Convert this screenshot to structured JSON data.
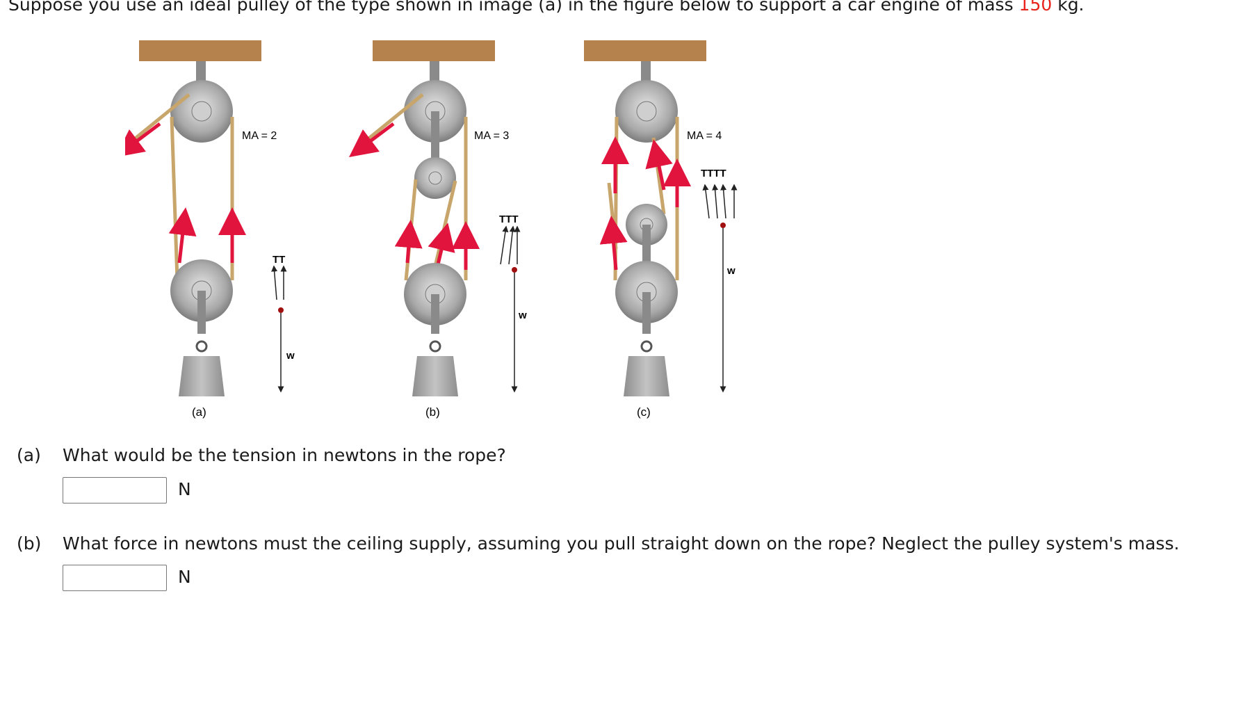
{
  "problem": {
    "intro_before": "Suppose you use an ideal pulley of the type shown in image (a) in the figure below to support a car engine of mass ",
    "mass_value": "150",
    "intro_after": " kg."
  },
  "figure": {
    "panels": [
      {
        "caption": "(a)",
        "ma": "MA = 2",
        "tension_labels": "TT",
        "weight_label": "w"
      },
      {
        "caption": "(b)",
        "ma": "MA = 3",
        "tension_labels": "TTT",
        "weight_label": "w"
      },
      {
        "caption": "(c)",
        "ma": "MA = 4",
        "tension_labels": "TTTT",
        "weight_label": "w"
      }
    ],
    "rope_label": "T",
    "colors": {
      "ceiling": "#b5824d",
      "rope": "#c8a56a",
      "arrow": "#e0143c",
      "pulley": "#9a9a9a",
      "weight": "#a9a9a9"
    }
  },
  "questions": [
    {
      "label": "(a)",
      "text": "What would be the tension in newtons in the rope?",
      "value": "",
      "unit": "N"
    },
    {
      "label": "(b)",
      "text": "What force in newtons must the ceiling supply, assuming you pull straight down on the rope? Neglect the pulley system's mass.",
      "value": "",
      "unit": "N"
    }
  ]
}
